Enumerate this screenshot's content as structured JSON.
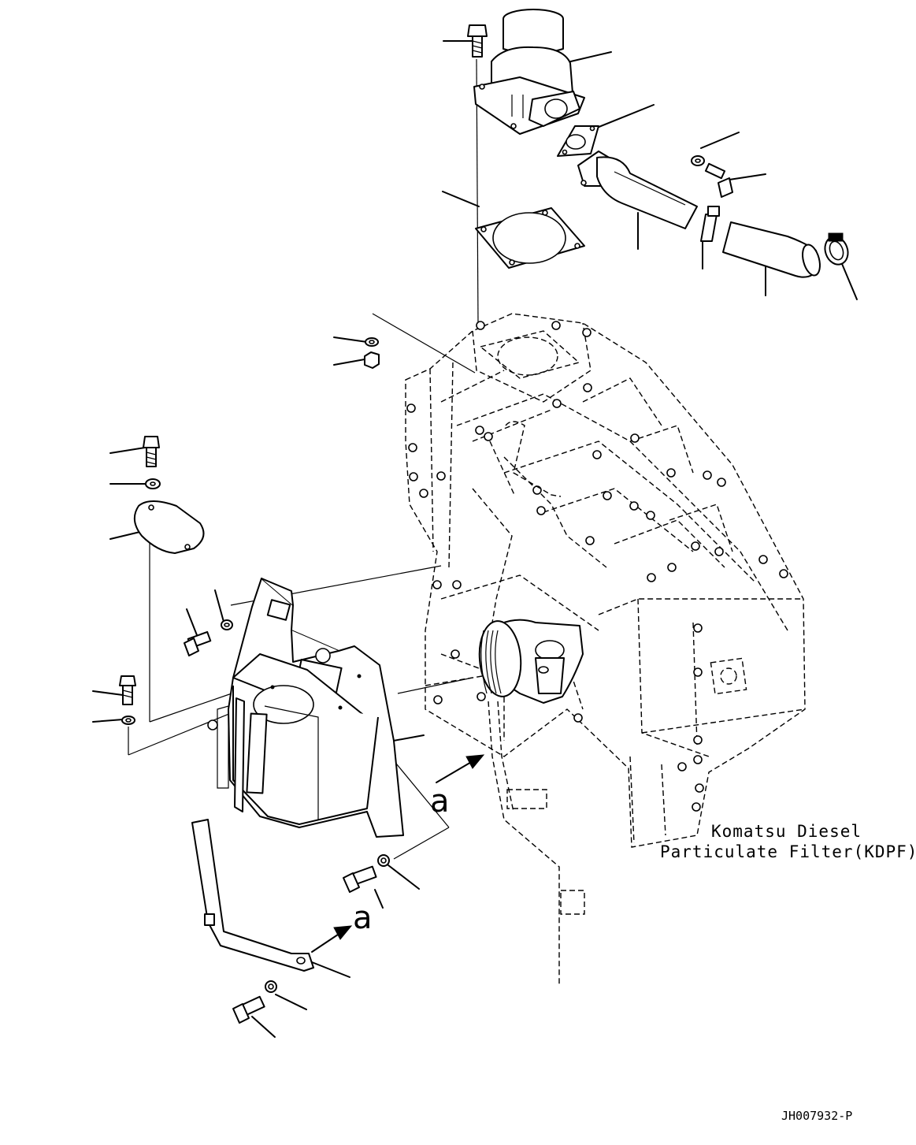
{
  "diagram": {
    "callouts": {
      "kdpf_line1": "Komatsu Diesel",
      "kdpf_line2": "Particulate Filter(KDPF)"
    },
    "view_markers": [
      "a",
      "a"
    ],
    "drawing_code": "JH007932-P"
  }
}
